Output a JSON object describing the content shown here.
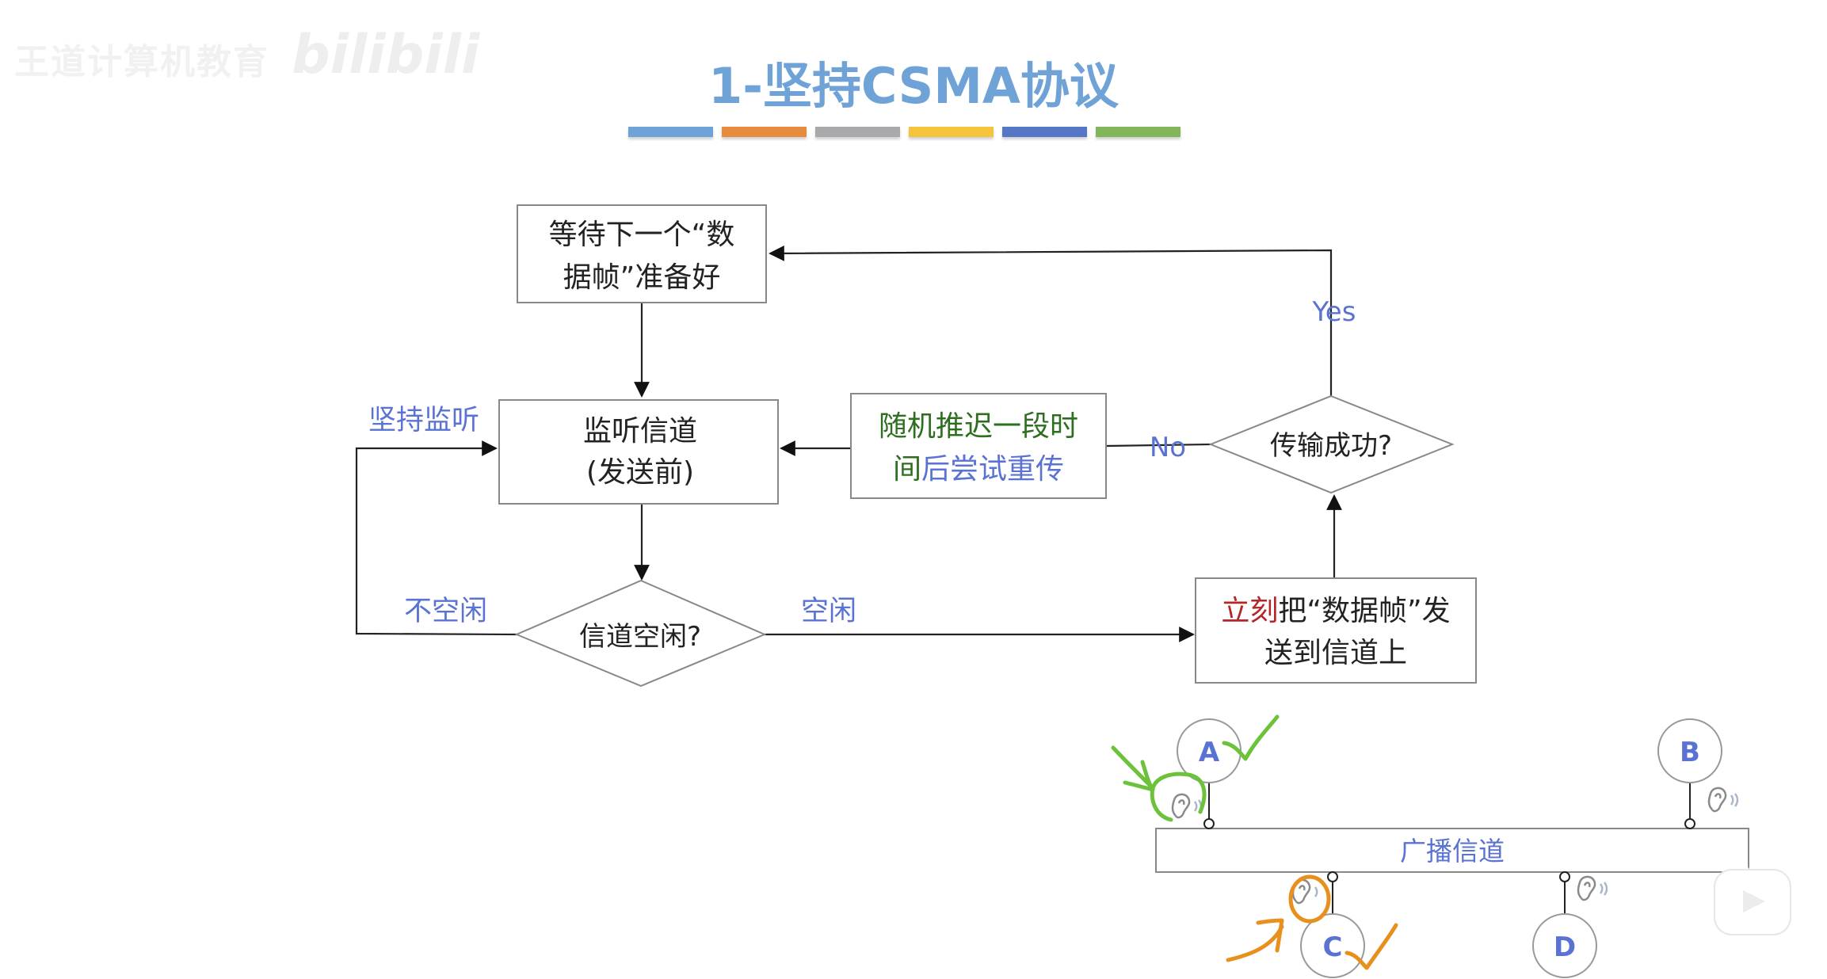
{
  "watermark": {
    "channel_text": "王道计算机教育",
    "platform_text": "bilibili"
  },
  "title": "1-坚持CSMA协议",
  "color_bars": [
    "#6fa3d8",
    "#e78c3e",
    "#a9a9ab",
    "#f5c33c",
    "#5677c6",
    "#82b65a"
  ],
  "flowchart": {
    "box_wait": {
      "line1": "等待下一个“数",
      "line2": "据帧”准备好"
    },
    "box_listen": {
      "line1": "监听信道",
      "line2": "(发送前)"
    },
    "box_backoff": {
      "line1": "随机推迟一段时",
      "line2_green": "间",
      "line2_blue": "后尝试重传"
    },
    "diamond_success": "传输成功?",
    "diamond_idle": "信道空闲?",
    "box_send": {
      "line1_red": "立刻",
      "line1_black": "把“数据帧”发",
      "line2": "送到信道上"
    },
    "label_yes": "Yes",
    "label_no": "No",
    "label_keep_listen": "坚持监听",
    "label_busy": "不空闲",
    "label_idle": "空闲"
  },
  "network": {
    "channel_label": "广播信道",
    "stations": [
      "A",
      "B",
      "C",
      "D"
    ]
  },
  "colors": {
    "label_blue": "#5a73d3",
    "green_text": "#2e6f1f",
    "red_text": "#b3262a",
    "annotation_green": "#6cc23a",
    "annotation_orange": "#e8901e",
    "line": "#222222",
    "box_border": "#888888"
  }
}
